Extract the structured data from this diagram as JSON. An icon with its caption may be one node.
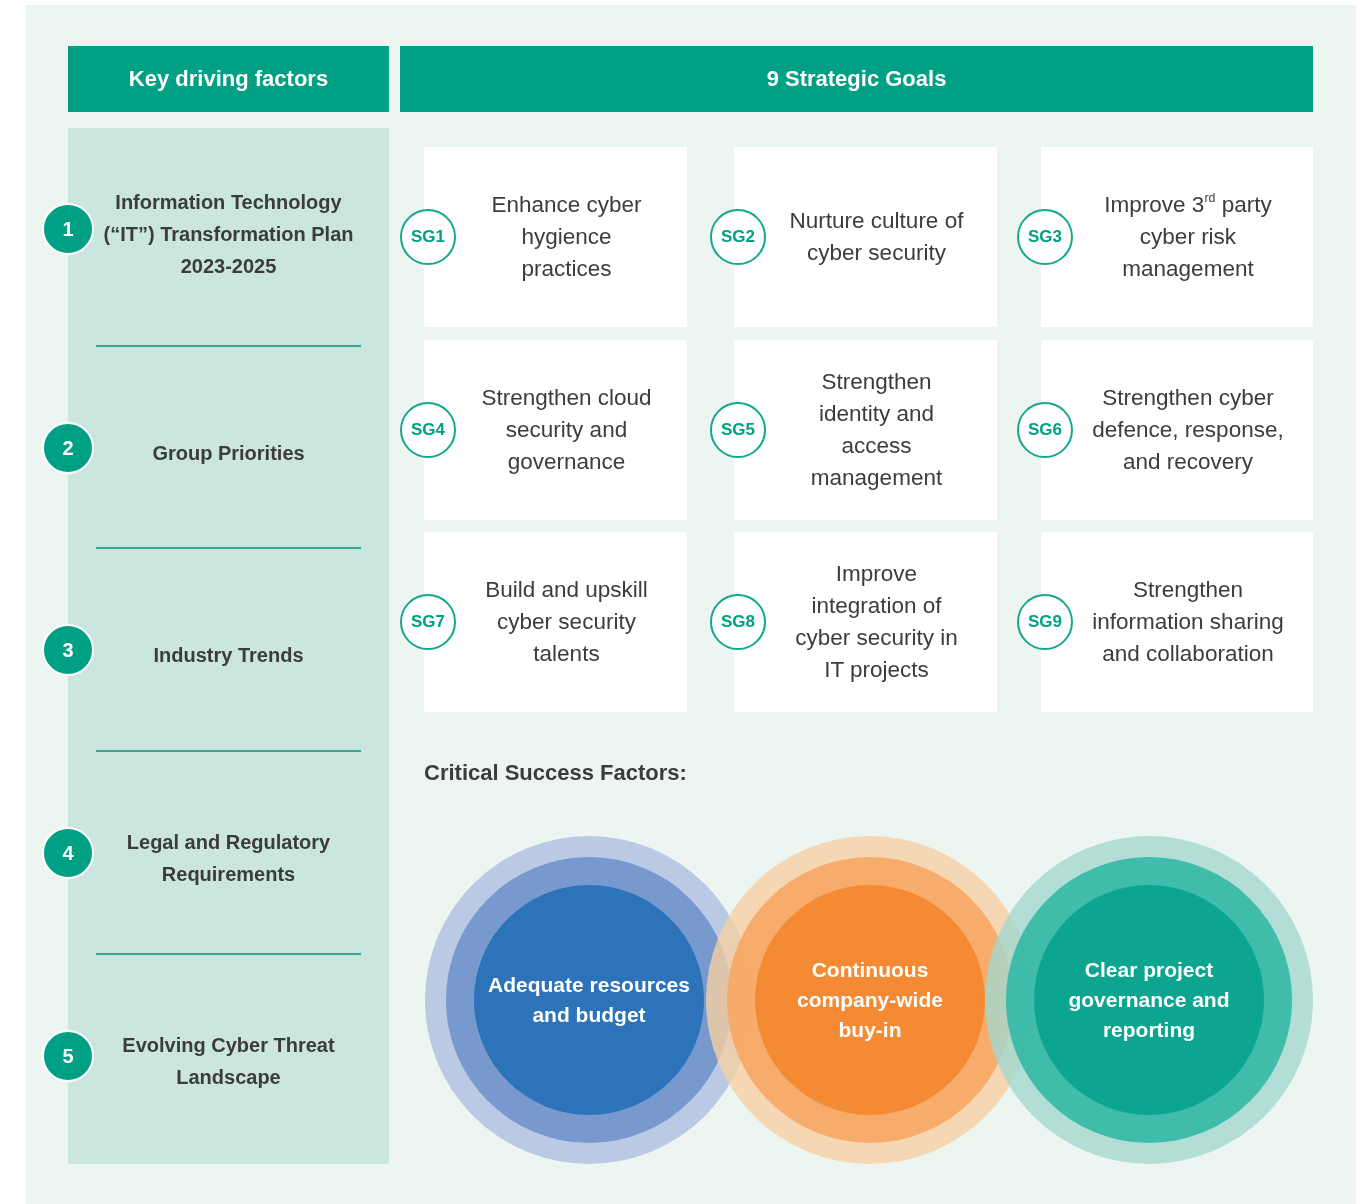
{
  "diagram": {
    "nodes": [
      {
        "text": [
          "Key driving factors"
        ]
      },
      {
        "text": [
          "9 Strategic Goals"
        ]
      },
      {
        "text": [
          "1"
        ]
      },
      {
        "text": [
          "Information Technology (“IT”) Transformation Plan 2023-2025"
        ]
      },
      {
        "text": [
          "2"
        ]
      },
      {
        "text": [
          "Group Priorities"
        ]
      },
      {
        "text": [
          "3"
        ]
      },
      {
        "text": [
          "Industry Trends"
        ]
      },
      {
        "text": [
          "4"
        ]
      },
      {
        "text": [
          "Legal and Regulatory Requirements"
        ]
      },
      {
        "text": [
          "5"
        ]
      },
      {
        "text": [
          "Evolving Cyber Threat Landscape"
        ]
      },
      {
        "text": [
          "SG1",
          "Enhance cyber hygience practices"
        ]
      },
      {
        "text": [
          "SG2",
          "Nurture culture of cyber security"
        ]
      },
      {
        "text": [
          "SG3",
          "Improve 3$^{rd}$ party cyber risk management"
        ]
      },
      {
        "text": [
          "SG4",
          "Strengthen cloud security and governance"
        ]
      },
      {
        "text": [
          "SG5",
          "Strengthen identity and access management"
        ]
      },
      {
        "text": [
          "SG6",
          "Strengthen cyber defence, response, and recovery"
        ]
      },
      {
        "text": [
          "SG7",
          "Build and upskill cyber security talents"
        ]
      },
      {
        "text": [
          "SG8",
          "Improve integration of cyber security in IT projects"
        ]
      },
      {
        "text": [
          "SG9",
          "Strengthen information sharing and collaboration"
        ]
      },
      {
        "text": [
          "Adequate resources and budget"
        ]
      },
      {
        "text": [
          "Continuous company-wide buy-in"
        ]
      },
      {
        "text": [
          "Clear project governance and reporting"
        ]
      }
    ],
    "labels": [
      "Critical Success Factors:"
    ]
  }
}
